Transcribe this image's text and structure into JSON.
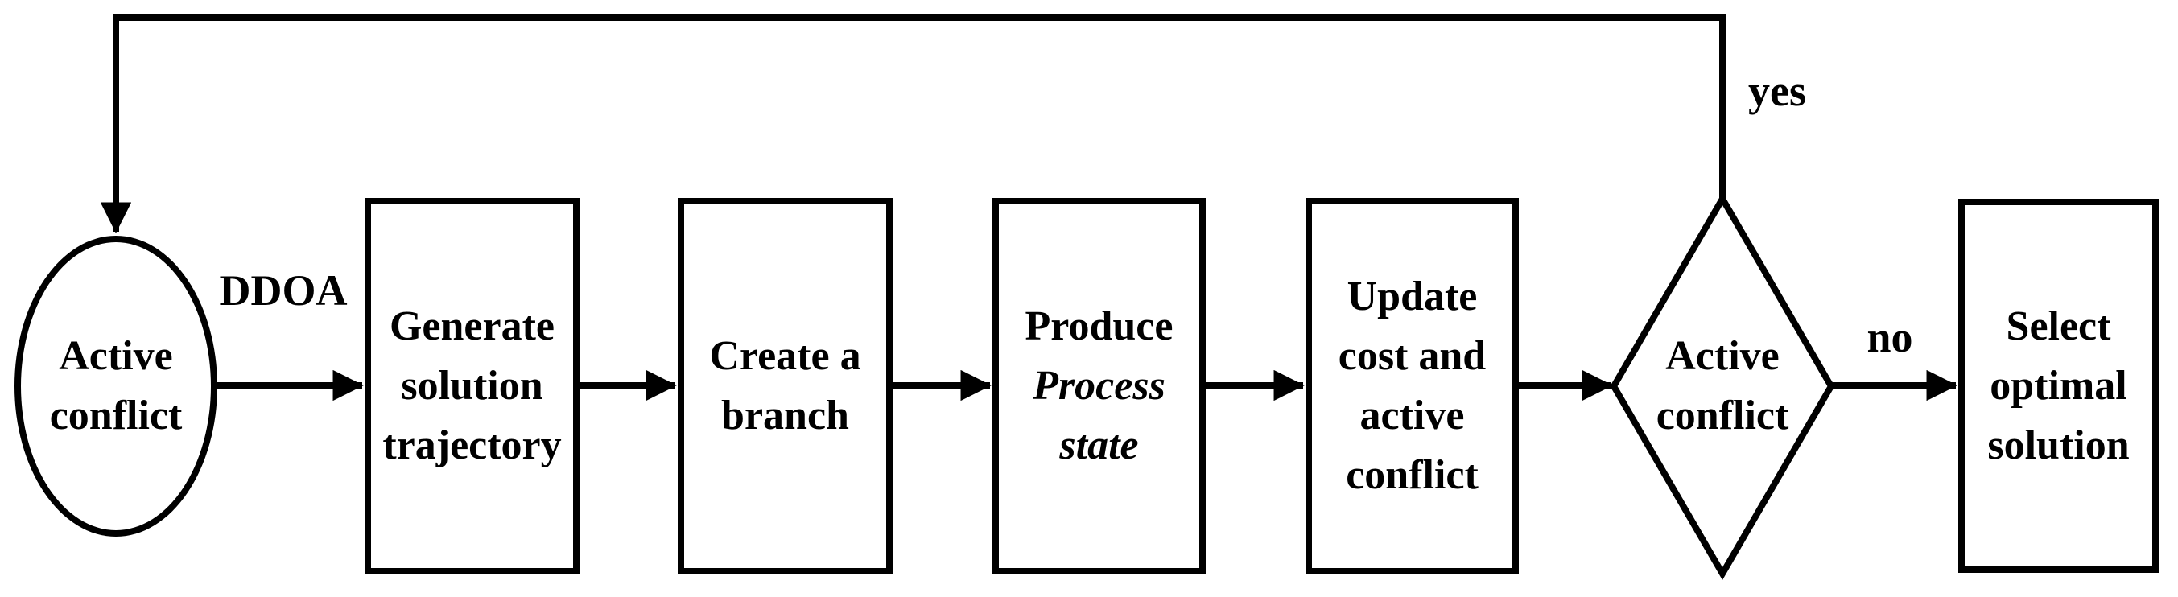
{
  "diagram": {
    "type": "flowchart",
    "background_color": "#ffffff",
    "line_color": "#000000",
    "nodes": {
      "start": {
        "shape": "ellipse",
        "lines": [
          "Active",
          "conflict"
        ]
      },
      "generate": {
        "shape": "rectangle",
        "lines": [
          "Generate",
          "solution",
          "trajectory"
        ]
      },
      "branch": {
        "shape": "rectangle",
        "lines": [
          "Create a",
          "branch"
        ]
      },
      "produce": {
        "shape": "rectangle",
        "lines": [
          "Produce",
          "Process",
          "state"
        ],
        "italic_lines": [
          1,
          2
        ]
      },
      "update": {
        "shape": "rectangle",
        "lines": [
          "Update",
          "cost and",
          "active",
          "conflict"
        ]
      },
      "decision": {
        "shape": "diamond",
        "lines": [
          "Active",
          "conflict"
        ]
      },
      "select": {
        "shape": "rectangle",
        "lines": [
          "Select",
          "optimal",
          "solution"
        ]
      }
    },
    "edges": [
      {
        "from": "start",
        "to": "generate",
        "label": "DDOA"
      },
      {
        "from": "generate",
        "to": "branch",
        "label": ""
      },
      {
        "from": "branch",
        "to": "produce",
        "label": ""
      },
      {
        "from": "produce",
        "to": "update",
        "label": ""
      },
      {
        "from": "update",
        "to": "decision",
        "label": ""
      },
      {
        "from": "decision",
        "to": "start",
        "label": "yes"
      },
      {
        "from": "decision",
        "to": "select",
        "label": "no"
      }
    ]
  }
}
